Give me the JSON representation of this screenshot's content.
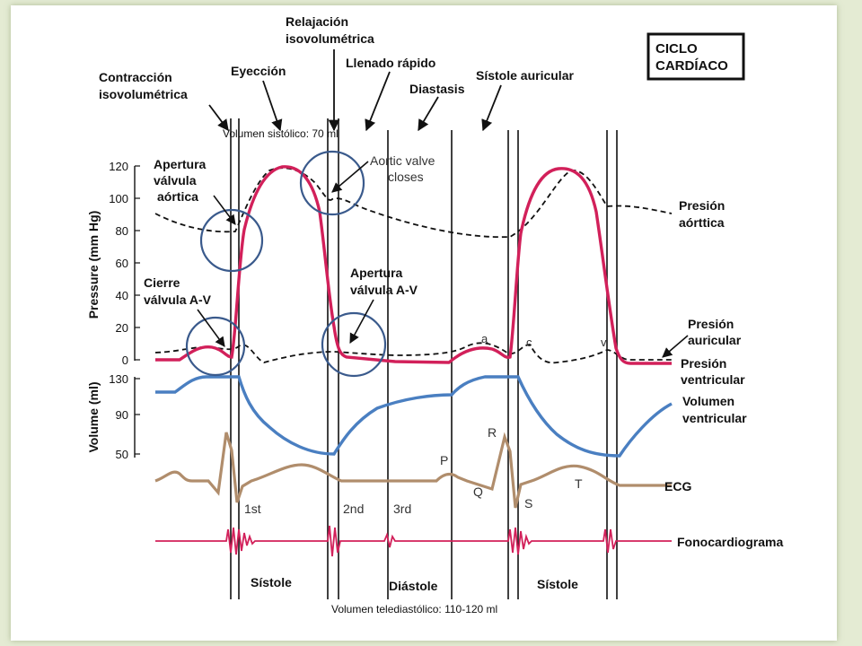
{
  "colors": {
    "background": "#e4ebd3",
    "ventricular_pressure": "#d2205a",
    "aortic_atrial_pressure": "#111111",
    "ventricular_volume": "#4a7fc1",
    "ecg": "#b08d6c",
    "phonocardiogram": "#d2205a",
    "valve_circle": "#3a5a8c"
  },
  "title_box": {
    "line1": "CICLO",
    "line2": "CARDÍACO"
  },
  "phases": {
    "contraccion_1": "Contracción",
    "contraccion_2": "isovolumétrica",
    "eyeccion": "Eyección",
    "relajacion_1": "Relajación",
    "relajacion_2": "isovolumétrica",
    "llenado": "Llenado rápido",
    "diastasis": "Diastasis",
    "sistole_auricular": "Sístole auricular"
  },
  "notes": {
    "volumen_sistolico": "Volumen sistólico: 70 ml",
    "volumen_telediastolico": "Volumen telediastólico: 110-120 ml"
  },
  "valve_labels": {
    "apertura_aortica_1": "Apertura",
    "apertura_aortica_2": "válvula",
    "apertura_aortica_3": "aórtica",
    "aortic_closes_1": "Aortic valve",
    "aortic_closes_2": "closes",
    "cierre_av_1": "Cierre",
    "cierre_av_2": "válvula A-V",
    "apertura_av_1": "Apertura",
    "apertura_av_2": "válvula A-V"
  },
  "pressure_axis": {
    "title": "Pressure (mm Hg)",
    "ticks": [
      "120",
      "100",
      "80",
      "60",
      "40",
      "20",
      "0"
    ]
  },
  "volume_axis": {
    "title": "Volume (ml)",
    "ticks": [
      "130",
      "90",
      "50"
    ]
  },
  "traces": {
    "presion_aortica_1": "Presión",
    "presion_aortica_2": "aórttica",
    "presion_auricular_1": "Presión",
    "presion_auricular_2": "auricular",
    "presion_ventricular_1": "Presión",
    "presion_ventricular_2": "ventricular",
    "volumen_ventricular_1": "Volumen",
    "volumen_ventricular_2": "ventricular",
    "ecg": "ECG",
    "fonocardiograma": "Fonocardiograma"
  },
  "wave_letters": {
    "a": "a",
    "c": "c",
    "v": "v",
    "P": "P",
    "Q": "Q",
    "R": "R",
    "S": "S",
    "T": "T"
  },
  "heart_sounds": {
    "first": "1st",
    "second": "2nd",
    "third": "3rd"
  },
  "bottom_phases": {
    "sistole_1": "Sístole",
    "diastole": "Diástole",
    "sistole_2": "Sístole"
  }
}
